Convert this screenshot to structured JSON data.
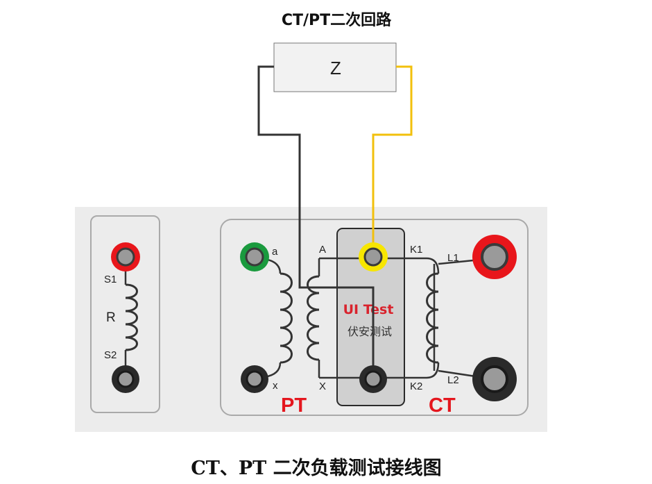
{
  "title": "CT/PT二次回路",
  "load": {
    "label": "Z"
  },
  "resistor_panel": {
    "resistor_label": "R",
    "terminal_top": "S1",
    "terminal_bottom": "S2"
  },
  "pt": {
    "label": "PT",
    "secondary_top": "a",
    "secondary_bottom": "x",
    "primary_top": "A",
    "primary_bottom": "X"
  },
  "ct": {
    "label": "CT",
    "secondary_top": "K1",
    "secondary_bottom": "K2",
    "primary_top": "L1",
    "primary_bottom": "L2"
  },
  "device": {
    "brand": "UI Test",
    "name": "伏安测试"
  },
  "caption": "CT、PT 二次负载测试接线图",
  "colors": {
    "wire_black": "#333333",
    "wire_yellow": "#f2c00c",
    "terminal_red": "#e8161b",
    "terminal_green": "#1a9a3e",
    "terminal_yellow": "#f7e600",
    "terminal_black": "#2a2a2a",
    "brand_red": "#d9232d"
  }
}
